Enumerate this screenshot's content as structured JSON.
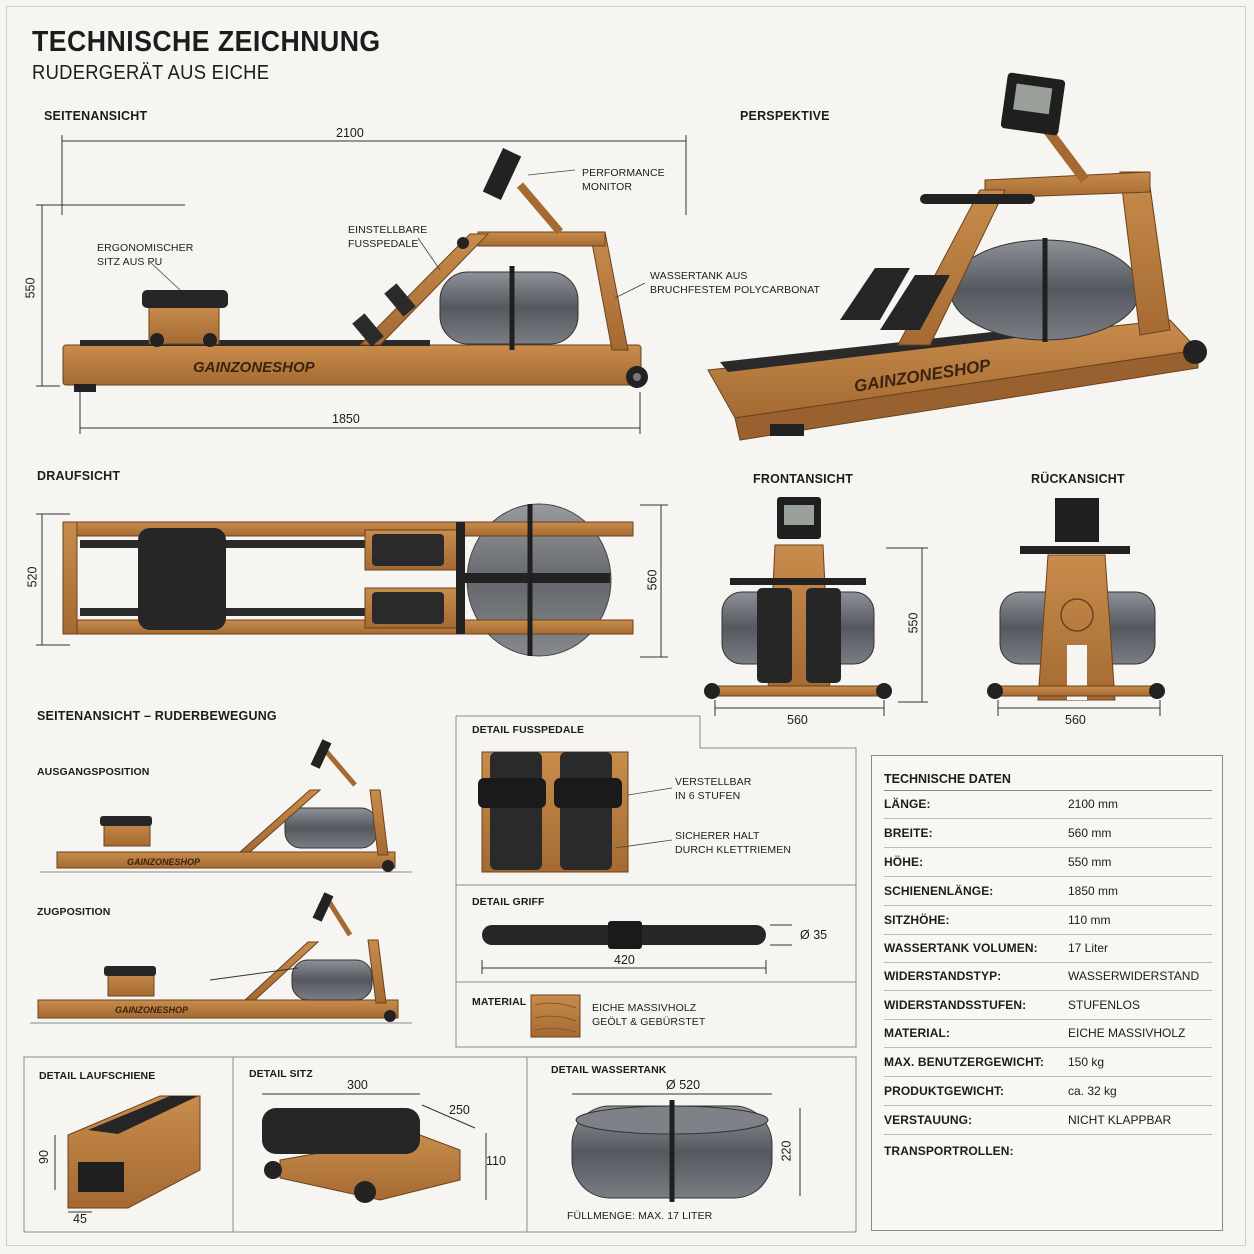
{
  "header": {
    "title": "TECHNISCHE ZEICHNUNG",
    "subtitle": "RUDERGERÄT AUS EICHE"
  },
  "colors": {
    "oak": "#b57a3e",
    "oak_dark": "#8a5526",
    "rubber": "#2a2a2a",
    "tank": "#6c6f74",
    "line": "#444444",
    "paper": "#f6f5f1"
  },
  "side_view": {
    "title": "SEITENANSICHT",
    "dim_length": "2100",
    "dim_rail": "1850",
    "dim_height": "550",
    "brand": "GAINZONESHOP",
    "callout_monitor": [
      "PERFORMANCE",
      "MONITOR"
    ],
    "callout_pedals": [
      "EINSTELLBARE",
      "FUSSPEDALE"
    ],
    "callout_seat": [
      "ERGONOMISCHER",
      "SITZ AUS PU"
    ],
    "callout_tank": [
      "WASSERTANK AUS",
      "BRUCHFESTEM POLYCARBONAT"
    ]
  },
  "perspective": {
    "title": "PERSPEKTIVE",
    "brand": "GAINZONESHOP"
  },
  "top_view": {
    "title": "DRAUFSICHT",
    "dim_width": "520",
    "dim_tank": "560"
  },
  "front_view": {
    "title": "FRONTANSICHT",
    "dim_width": "560",
    "dim_height": "550"
  },
  "rear_view": {
    "title": "RÜCKANSICHT",
    "dim_width": "560"
  },
  "motion": {
    "title": "SEITENANSICHT – RUDERBEWEGUNG",
    "start_label": "AUSGANGSPOSITION",
    "pull_label": "ZUGPOSITION",
    "brand": "GAINZONESHOP"
  },
  "detail_pedals": {
    "title": "DETAIL FUSSPEDALE",
    "callout_adjust": [
      "VERSTELLBAR",
      "IN 6 STUFEN"
    ],
    "callout_hold": [
      "SICHERER HALT",
      "DURCH KLETTRIEMEN"
    ]
  },
  "detail_grip": {
    "title": "DETAIL GRIFF",
    "dim_length": "420",
    "dim_diameter": "Ø 35"
  },
  "material": {
    "title": "MATERIAL",
    "text": [
      "EICHE MASSIVHOLZ",
      "GEÖLT & GEBÜRSTET"
    ]
  },
  "detail_rail": {
    "title": "DETAIL LAUFSCHIENE",
    "dim_height": "90",
    "dim_width": "45"
  },
  "detail_seat": {
    "title": "DETAIL SITZ",
    "dim_length": "300",
    "dim_width": "250",
    "dim_height": "110"
  },
  "detail_tank": {
    "title": "DETAIL WASSERTANK",
    "dim_diameter": "Ø 520",
    "dim_height": "220",
    "fill": "FÜLLMENGE: MAX. 17 LITER"
  },
  "specs": {
    "title": "TECHNISCHE DATEN",
    "rows": [
      {
        "k": "LÄNGE:",
        "v": "2100 mm"
      },
      {
        "k": "BREITE:",
        "v": "560 mm"
      },
      {
        "k": "HÖHE:",
        "v": "550 mm"
      },
      {
        "k": "SCHIENENLÄNGE:",
        "v": "1850 mm"
      },
      {
        "k": "SITZHÖHE:",
        "v": "110 mm"
      },
      {
        "k": "WASSERTANK VOLUMEN:",
        "v": "17 Liter"
      },
      {
        "k": "WIDERSTANDSTYP:",
        "v": "WASSERWIDERSTAND"
      },
      {
        "k": "WIDERSTANDSSTUFEN:",
        "v": "STUFENLOS"
      },
      {
        "k": "MATERIAL:",
        "v": "EICHE MASSIVHOLZ"
      },
      {
        "k": "MAX. BENUTZERGEWICHT:",
        "v": "150 kg"
      },
      {
        "k": "PRODUKTGEWICHT:",
        "v": "ca. 32 kg"
      },
      {
        "k": "VERSTAUUNG:",
        "v": "NICHT KLAPPBAR"
      },
      {
        "k": "TRANSPORTROLLEN:",
        "v": "✓"
      }
    ]
  }
}
